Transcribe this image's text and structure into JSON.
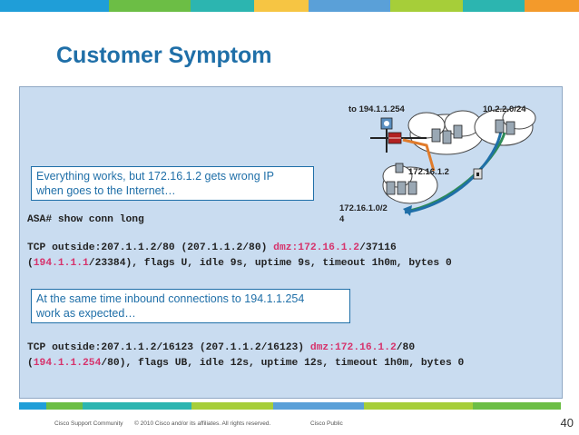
{
  "slide": {
    "title": "Customer Symptom",
    "page_number": "40"
  },
  "colors": {
    "title": "#1f6fa8",
    "panel_bg": "#c9dcf0",
    "highlight": "#d6336c",
    "bar": [
      "#1f9ed8",
      "#6cbe45",
      "#2cb5b0",
      "#f6c543",
      "#5aa0d8",
      "#a6ce39",
      "#2cb5b0",
      "#f39a2b"
    ]
  },
  "diagram": {
    "label_to_router": "to 194.1.1.254",
    "label_remote_net": "10.2.2.0/24",
    "label_host": "172.16.1.2",
    "label_dmz_net_line1": "172.16.1.0/2",
    "label_dmz_net_line2": "4",
    "icons": [
      "router-icon",
      "firewall-icon",
      "server-icon",
      "cloud-icon",
      "lock-icon"
    ]
  },
  "callouts": {
    "first": [
      "Everything works, but 172.16.1.2 gets wrong IP",
      "when goes to the Internet…"
    ],
    "second": [
      "At the same time inbound connections to 194.1.1.254",
      "work as expected…"
    ]
  },
  "cli": {
    "command": "ASA# show conn long",
    "conn1": {
      "l1_pre": "TCP outside:207.1.1.2/80 (207.1.1.2/80) ",
      "l1_hl": "dmz:172.16.1.2",
      "l1_post": "/37116",
      "l2_open": "(",
      "l2_hl": "194.1.1.1",
      "l2_post": "/23384), flags U, idle 9s, uptime 9s, timeout 1h0m, bytes 0"
    },
    "conn2": {
      "l1_pre": "TCP outside:207.1.1.2/16123 (207.1.1.2/16123) ",
      "l1_hl": "dmz:172.16.1.2",
      "l1_post": "/80",
      "l2_open": "(",
      "l2_hl": "194.1.1.254",
      "l2_post": "/80), flags UB, idle 12s, uptime 12s, timeout 1h0m, bytes 0"
    }
  },
  "footer": {
    "community": "Cisco Support Community",
    "copyright": "© 2010 Cisco and/or its affiliates. All rights reserved.",
    "classification": "Cisco Public"
  }
}
